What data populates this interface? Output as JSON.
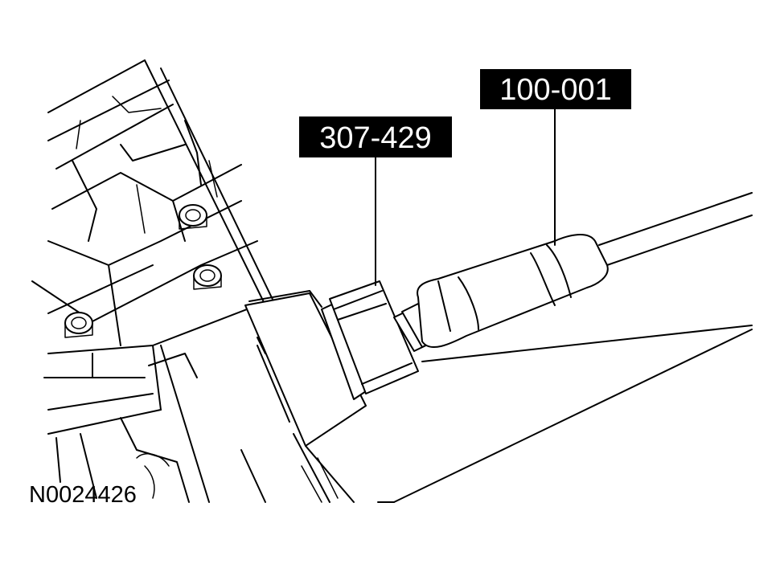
{
  "callouts": [
    {
      "label": "307-429"
    },
    {
      "label": "100-001"
    }
  ],
  "figure_id": "N0024426"
}
